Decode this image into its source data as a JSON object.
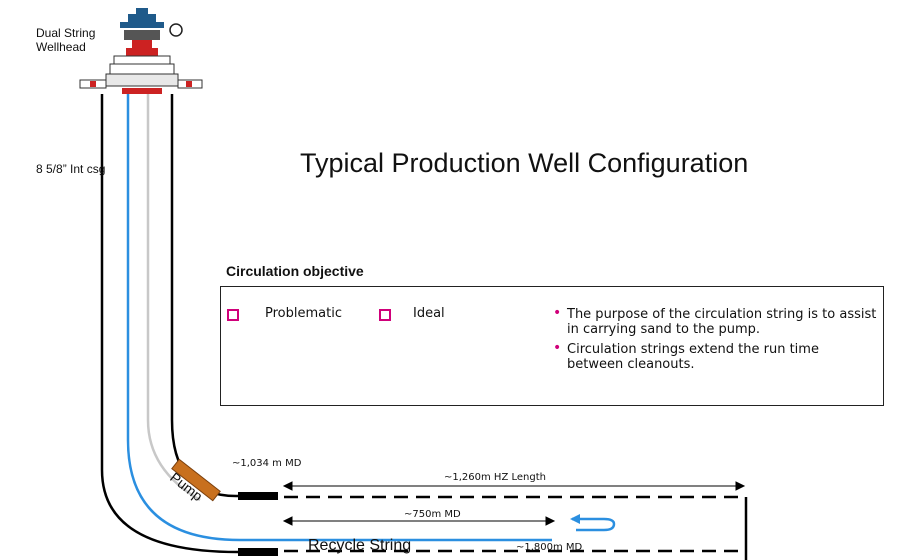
{
  "labels": {
    "wellhead": "Dual String Wellhead",
    "casing": "8 5/8” Int csg",
    "title": "Typical Production Well Configuration",
    "pump": "Pump",
    "recycle_string": "Recycle String"
  },
  "circulation": {
    "heading": "Circulation objective",
    "options": [
      {
        "label": "Problematic"
      },
      {
        "label": "Ideal"
      }
    ],
    "bullets": [
      "The purpose of the circulation string is to assist in carrying sand to the pump.",
      "Circulation strings extend the run time between cleanouts."
    ]
  },
  "dimensions": {
    "md_1034": "~1,034 m MD",
    "hz_length": "~1,260m HZ Length",
    "md_750": "~750m MD",
    "md_1800": "~1,800m MD"
  },
  "colors": {
    "casing": "#000000",
    "production_string": "#c8c8c8",
    "recycle_string": "#2b8fe0",
    "accent_bullet": "#d0007a",
    "pump": "#c8701e",
    "pipe_fill": "#1e96e0",
    "wellhead_blue": "#1f5a8a",
    "wellhead_red": "#cc2222"
  }
}
